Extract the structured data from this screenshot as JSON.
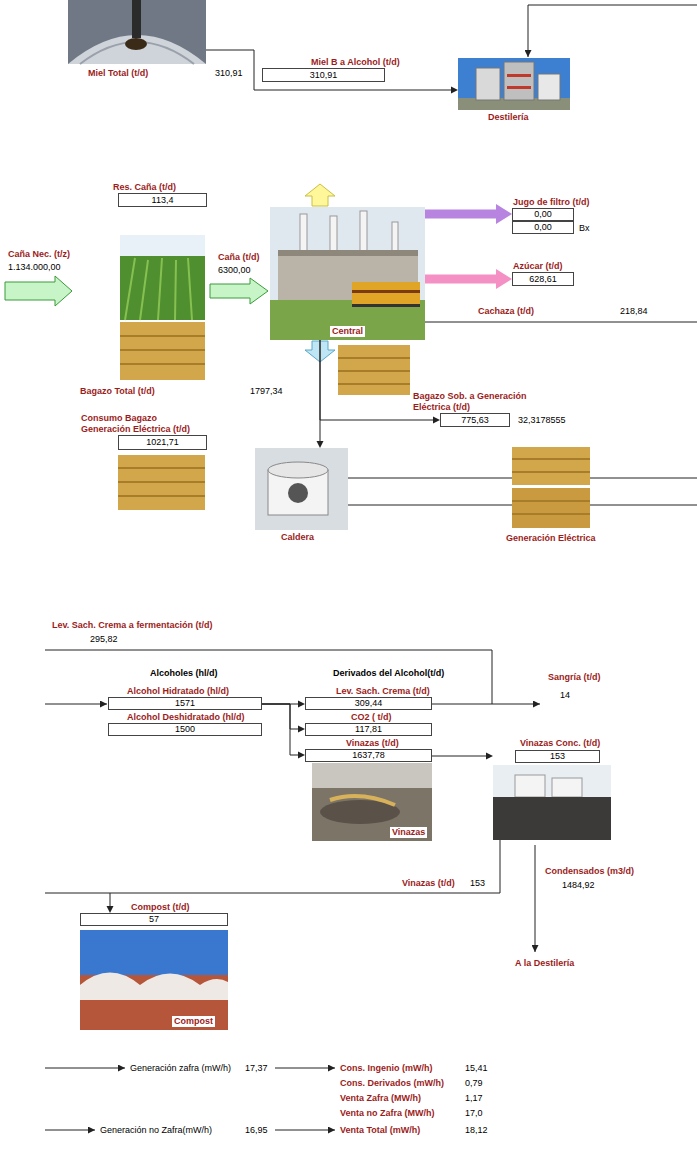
{
  "diagram": {
    "nodes": [
      {
        "text": [
          "Miel Total (t/d)",
          "310,91"
        ]
      },
      {
        "text": [
          "Miel B a Alcohol (t/d)",
          "310,91"
        ]
      },
      {
        "text": [
          "Destilería"
        ]
      },
      {
        "text": [
          "Res. Caña (t/d)",
          "113,4"
        ]
      },
      {
        "text": [
          "Central"
        ]
      },
      {
        "text": [
          "Jugo de filtro (t/d)",
          "0,00"
        ]
      },
      {
        "text": [
          "0,00",
          "Bx"
        ]
      },
      {
        "text": [
          "Azúcar (t/d)",
          "628,61"
        ]
      },
      {
        "text": [
          "Consumo Bagazo Generación Eléctrica (t/d)",
          "1021,71"
        ]
      },
      {
        "text": [
          "Bagazo Sob. a Generación Eléctrica (t/d)",
          "775,63"
        ]
      },
      {
        "text": [
          "Caldera"
        ]
      },
      {
        "text": [
          "Generación Eléctrica"
        ]
      },
      {
        "text": [
          "Alcohol Hidratado (hl/d)",
          "1571"
        ]
      },
      {
        "text": [
          "Alcohol Deshidratado (hl/d)",
          "1500"
        ]
      },
      {
        "text": [
          "Lev. Sach. Crema (t/d)",
          "309,44"
        ]
      },
      {
        "text": [
          "CO2 ( t/d)",
          "117,81"
        ]
      },
      {
        "text": [
          "Vinazas (t/d)",
          "1637,78"
        ]
      },
      {
        "text": [
          "Vinazas"
        ]
      },
      {
        "text": [
          "Vinazas Conc. (t/d)",
          "153"
        ]
      },
      {
        "text": [
          "Compost (t/d)",
          "57"
        ]
      },
      {
        "text": [
          "Compost"
        ]
      }
    ],
    "edges": [
      {
        "from": 0,
        "to": 2,
        "arrow": "to"
      },
      {
        "from": 4,
        "to": 5,
        "arrow": "to"
      },
      {
        "from": 4,
        "to": 7,
        "arrow": "to"
      },
      {
        "from": 4,
        "to": 10,
        "arrow": "to"
      },
      {
        "from": 4,
        "to": 9,
        "arrow": "to"
      },
      {
        "from": 10,
        "to": 11,
        "arrow": "none"
      },
      {
        "from": 10,
        "to": 11,
        "arrow": "none"
      },
      {
        "from": 12,
        "to": 14,
        "arrow": "to"
      },
      {
        "from": 12,
        "to": 15,
        "arrow": "to"
      },
      {
        "from": 12,
        "to": 16,
        "arrow": "to"
      },
      {
        "from": 16,
        "to": 18,
        "arrow": "to"
      },
      {
        "from": 18,
        "to": 19,
        "label": "Vinazas (t/d)",
        "arrow": "to"
      }
    ],
    "labels": [
      "Caña Nec. (t/z)",
      "1.134.000,00",
      "Caña (t/d)",
      "6300,00",
      "Cachaza (t/d)",
      "218,84",
      "Bagazo Total (t/d)",
      "1797,34",
      "32,3178555",
      "Lev. Sach. Crema a fermentación (t/d)",
      "295,82",
      "Alcoholes (hl/d)",
      "Derivados del Alcohol(t/d)",
      "Sangría (t/d)",
      "14",
      "Condensados (m3/d)",
      "1484,92",
      "A la Destilería",
      "153",
      "Generación zafra (mW/h)",
      "17,37",
      "Cons. Ingenio (mW/h)",
      "15,41",
      "Cons. Derivados (mW/h)",
      "0,79",
      "Venta Zafra (MW/h)",
      "1,17",
      "Venta no Zafra (MW/h)",
      "17,0",
      "Generación no Zafra(mW/h)",
      "16,95",
      "Venta Total (mW/h)",
      "18,12"
    ]
  }
}
